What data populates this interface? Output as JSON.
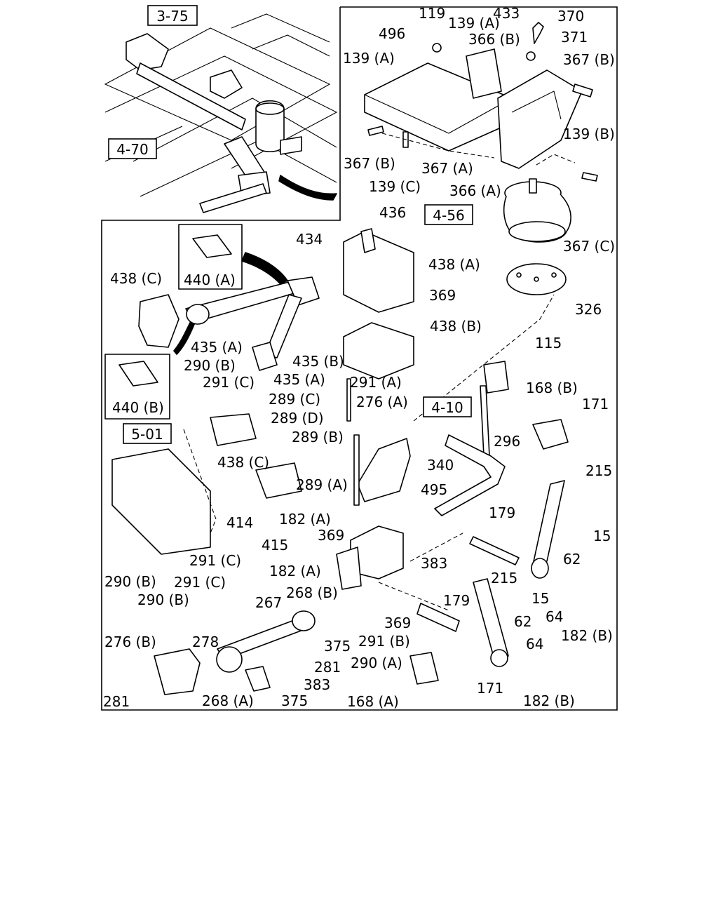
{
  "diagram": {
    "ref_boxes": [
      "3-75",
      "4-70",
      "4-56",
      "4-10",
      "5-01"
    ],
    "callouts": [
      "119",
      "139 (A)",
      "433",
      "370",
      "496",
      "366 (B)",
      "371",
      "139 (A)",
      "367 (B)",
      "367 (B)",
      "367 (A)",
      "139 (C)",
      "139 (B)",
      "366 (A)",
      "436",
      "367 (C)",
      "434",
      "438 (A)",
      "326",
      "438 (C)",
      "440 (A)",
      "369",
      "438 (B)",
      "435 (A)",
      "435 (B)",
      "115",
      "290 (B)",
      "435 (A)",
      "291 (C)",
      "291 (A)",
      "168 (B)",
      "440 (B)",
      "289 (C)",
      "276 (A)",
      "171",
      "289 (D)",
      "296",
      "289 (B)",
      "438 (C)",
      "340",
      "215",
      "289 (A)",
      "495",
      "414",
      "182 (A)",
      "179",
      "15",
      "415",
      "369",
      "62",
      "291 (C)",
      "182 (A)",
      "383",
      "290 (B)",
      "291 (C)",
      "215",
      "268 (B)",
      "15",
      "290 (B)",
      "267",
      "179",
      "64",
      "369",
      "62",
      "182 (B)",
      "276 (B)",
      "278",
      "375",
      "291 (B)",
      "64",
      "281",
      "290 (A)",
      "383",
      "281",
      "268 (A)",
      "375",
      "168 (A)",
      "171",
      "182 (B)"
    ]
  }
}
